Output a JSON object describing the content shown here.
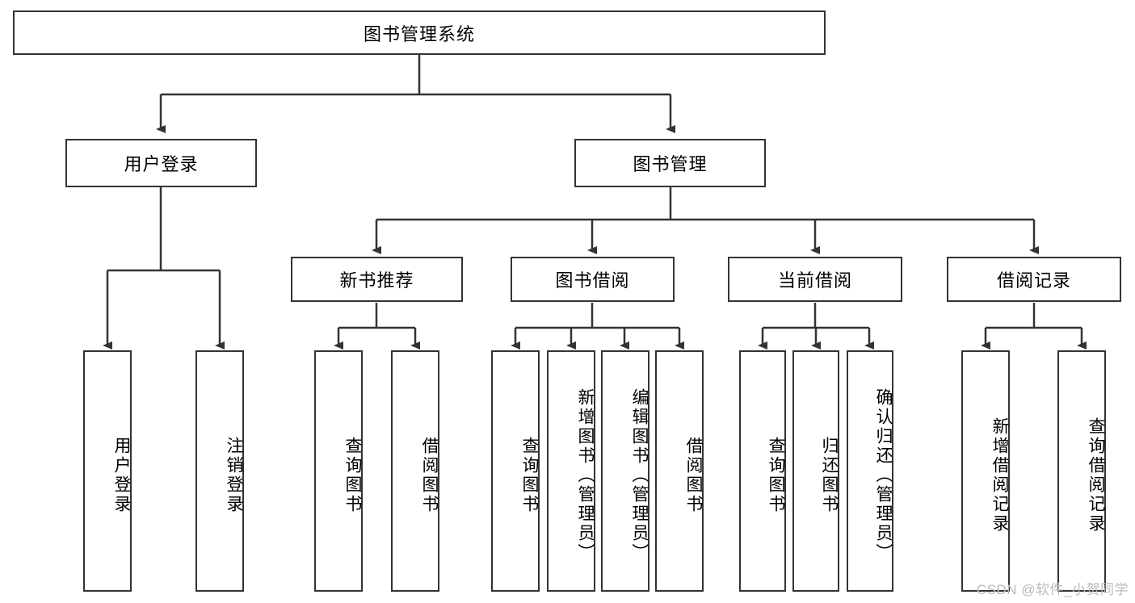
{
  "diagram": {
    "title": "图书管理系统",
    "type": "hierarchy-tree",
    "colors": {
      "background": "#ffffff",
      "stroke": "#333333",
      "text": "#000000",
      "watermark": "#b9b9b9"
    },
    "levels": {
      "root": {
        "label": "图书管理系统"
      },
      "level2": [
        {
          "label": "用户登录"
        },
        {
          "label": "图书管理"
        }
      ],
      "level3": [
        {
          "label": "新书推荐"
        },
        {
          "label": "图书借阅"
        },
        {
          "label": "当前借阅"
        },
        {
          "label": "借阅记录"
        }
      ],
      "leaves": {
        "user_login": [
          {
            "label": "用户登录"
          },
          {
            "label": "注销登录"
          }
        ],
        "new_book": [
          {
            "label": "查询图书"
          },
          {
            "label": "借阅图书"
          }
        ],
        "book_borrow": [
          {
            "label": "查询图书"
          },
          {
            "label": "新增图书（管理员）"
          },
          {
            "label": "编辑图书（管理员）"
          },
          {
            "label": "借阅图书"
          }
        ],
        "current_borrow": [
          {
            "label": "查询图书"
          },
          {
            "label": "归还图书"
          },
          {
            "label": "确认归还（管理员）"
          }
        ],
        "borrow_record": [
          {
            "label": "新增借阅记录"
          },
          {
            "label": "查询借阅记录"
          }
        ]
      }
    }
  },
  "watermark": {
    "text": "CSDN @软件_小贺同学"
  }
}
